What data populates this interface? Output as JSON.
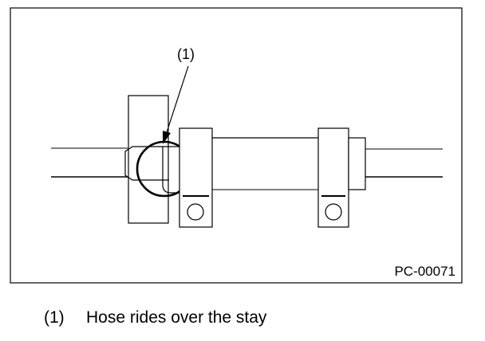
{
  "figure": {
    "callout_marker": "(1)",
    "figure_code": "PC-00071"
  },
  "legend": {
    "items": [
      {
        "marker": "(1)",
        "text": "Hose rides over the stay"
      }
    ]
  }
}
